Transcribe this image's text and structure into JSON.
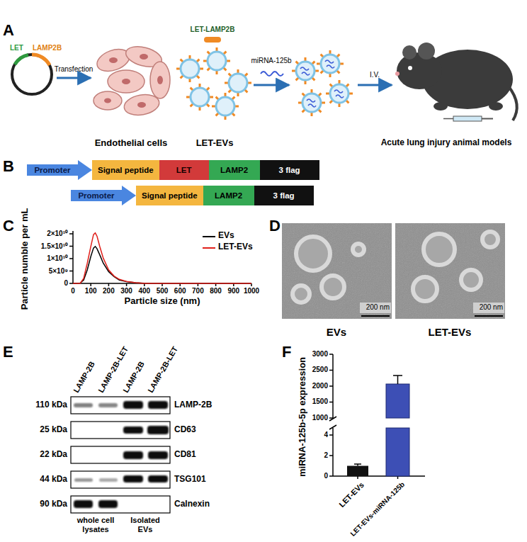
{
  "diagram": {
    "nodes": [
      {
        "text": [
          "Promoter"
        ]
      },
      {
        "text": [
          "Signal peptide"
        ]
      },
      {
        "text": [
          "LET"
        ]
      },
      {
        "text": [
          "LAMP2"
        ]
      },
      {
        "text": [
          "3 flag"
        ]
      },
      {
        "text": [
          "Promoter"
        ]
      },
      {
        "text": [
          "Signal peptide"
        ]
      },
      {
        "text": [
          "LAMP2"
        ]
      },
      {
        "text": [
          "3 flag"
        ]
      }
    ],
    "labels": [
      "A",
      "LET",
      "LAMP2B",
      "Transfection",
      "LET-LAMP2B",
      "miRNA-125b",
      "I.V.",
      "Endothelial cells",
      "LET-EVs",
      "Acute lung injury animal models",
      "B",
      "C",
      "2×10¹⁰",
      "1.5×10¹⁰",
      "1×10¹⁰",
      "5×10⁹",
      "0",
      "0",
      "100",
      "200",
      "300",
      "400",
      "500",
      "600",
      "700",
      "800",
      "900",
      "1000",
      "Particle size (nm)",
      "Particle numble per mL",
      "D",
      "200 nm",
      "200 nm",
      "EVs",
      "LET-EVs",
      "E",
      "LAMP-2B",
      "LAMP-2B-LET",
      "LAMP-2B",
      "LAMP-2B-LET",
      "110 kDa",
      "25 kDa",
      "22 kDa",
      "44 kDa",
      "90 kDa",
      "LAMP-2B",
      "CD63",
      "CD81",
      "TSG101",
      "Calnexin",
      "whole cell lysates",
      "Isolated EVs",
      "F",
      "miRNA-125b-5p expression",
      "3000",
      "2500",
      "2000",
      "1500",
      "1000",
      "4",
      "2",
      "0",
      "LET-EVs",
      "LET-EVs-miRNA-125b"
    ],
    "legend": [
      {
        "text": "EVs"
      },
      {
        "text": "LET-EVs"
      }
    ]
  }
}
